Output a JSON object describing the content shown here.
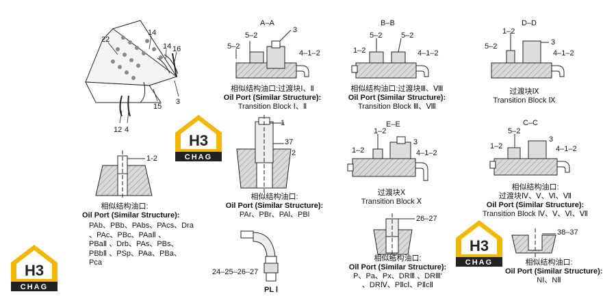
{
  "brand": {
    "logo_top": "H3",
    "logo_bottom": "CHAG",
    "color_gold": "#f2b705",
    "color_dark": "#222222"
  },
  "assembly": {
    "labels": [
      "22",
      "14",
      "14",
      "16",
      "15",
      "3",
      "12",
      "4"
    ]
  },
  "port_small": {
    "label": "1-2",
    "caption_cn": "相似结构油口:",
    "caption_en": "Oil Port (Similar Structure):",
    "list": [
      "PAb、PBb、PAbs、PAcs、Dra",
      "、PAc、PBc、PAaⅡ 、",
      "PBaⅡ 、Drb、PAs、PBs、",
      "PBbⅡ 、PSp、PAa、PBa、",
      "Pca"
    ]
  },
  "section_aa": {
    "title": "A–A",
    "labels": [
      "5–2",
      "3",
      "5–2",
      "4–1–2"
    ],
    "caption": [
      "相似结构油口:过渡块Ⅰ、Ⅱ",
      "Oil Port (Similar Structure):",
      "Transition Block Ⅰ、Ⅱ"
    ]
  },
  "section_bb": {
    "title": "B–B",
    "labels": [
      "5–2",
      "5–2",
      "1–2",
      "4–1–2"
    ],
    "caption": [
      "相似结构油口:过渡块Ⅲ、Ⅷ",
      "Oil Port (Similar Structure):",
      "Transition Block Ⅲ、Ⅷ"
    ]
  },
  "section_dd": {
    "title": "D–D",
    "labels": [
      "1–2",
      "3",
      "5–2",
      "4–1–2"
    ],
    "caption": [
      "过渡块Ⅸ",
      "Transition Block Ⅸ"
    ]
  },
  "port_pa": {
    "labels": [
      "1",
      "37",
      "2"
    ],
    "caption": [
      "相似结构油口:",
      "Oil Port (Similar Structure):",
      "PAr、PBr、PAl、PBl"
    ]
  },
  "section_ee": {
    "title": "E–E",
    "labels": [
      "1–2",
      "3",
      "1–2",
      "4–1–2"
    ],
    "caption": [
      "过渡块Ⅹ",
      "Transition Block Ⅹ"
    ]
  },
  "section_cc": {
    "title": "C–C",
    "labels": [
      "5–2",
      "3",
      "1–2",
      "4–1–2"
    ],
    "caption": [
      "相似结构油口:",
      "过渡块Ⅳ、Ⅴ、Ⅵ、Ⅶ",
      "Oil Port (Similar Structure):",
      "Transition Block Ⅳ、Ⅴ、Ⅵ、Ⅶ"
    ]
  },
  "pl1": {
    "label": "24–25–26–27",
    "caption": "PL Ⅰ"
  },
  "port_p": {
    "label": "26–27",
    "caption": [
      "相似结构油口:",
      "Oil Port (Similar Structure):",
      "P、Pa、Px、DRⅢ 、DRⅢ'",
      "、DRⅣ、PⅡcⅠ、PⅡcⅡ"
    ]
  },
  "port_n": {
    "label": "38–37",
    "caption": [
      "相似结构油口:",
      "Oil Port (Similar Structure):",
      "NⅠ、NⅡ"
    ]
  }
}
